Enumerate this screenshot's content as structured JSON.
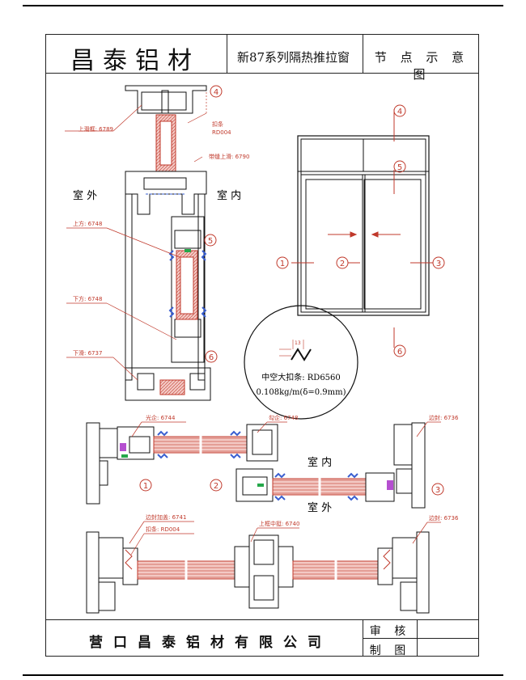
{
  "header": {
    "company": "昌泰铝材",
    "series": "新87系列隔热推拉窗",
    "drawing_title": "节 点 示 意 图"
  },
  "footer": {
    "company_full": "营口昌泰铝材有限公司",
    "review_label": "审 核",
    "drawn_label": "制 图"
  },
  "vertical_section": {
    "outdoor": "室 外",
    "indoor": "室 内",
    "labels": {
      "top_frame": "上滑框: 6789",
      "glazing_bead": "扣条",
      "bead_code": "RD004",
      "middle_rail": "带缝上滑: 6790",
      "upper_sash": "上方: 6748",
      "lower_sash": "下方: 6748",
      "bottom_frame": "下滑: 6737"
    },
    "markers": [
      "4",
      "5",
      "6"
    ]
  },
  "elevation": {
    "markers": [
      "4",
      "5",
      "1",
      "2",
      "3",
      "6"
    ]
  },
  "detail": {
    "line1": "中空大扣条: RD6560",
    "line2": "0.108kg/m(δ=0.9mm)",
    "dim": "13"
  },
  "horizontal_section": {
    "outdoor": "室 外",
    "indoor": "室 内",
    "labels": {
      "sash_side": "光企: 6744",
      "hook": "勾企: 6748",
      "side_frame": "边封: 6736"
    },
    "markers": [
      "1",
      "2",
      "3"
    ]
  },
  "bottom_section": {
    "labels": {
      "side_frame_plus": "边封加盖: 6741",
      "bead": "扣条: RD004",
      "mid_mullion": "上框中挺: 6740",
      "side_frame": "边封: 6736"
    }
  },
  "colors": {
    "line": "#111111",
    "leader": "#c0392b",
    "glass": "#e8a6a0",
    "gasket": "#3a5fd0",
    "seal": "#25a84a",
    "accent": "#b54fd0"
  }
}
